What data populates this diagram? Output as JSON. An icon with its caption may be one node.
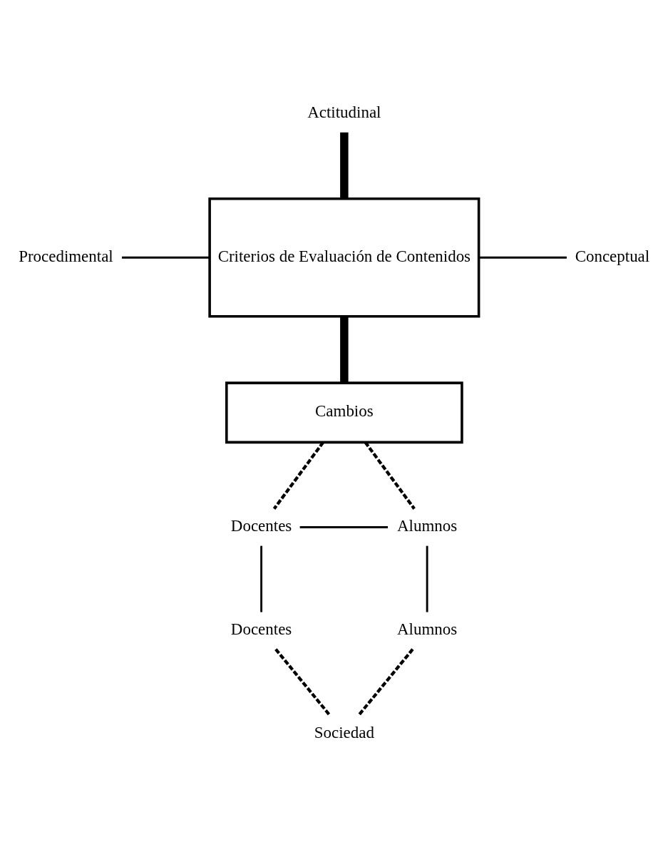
{
  "diagram": {
    "nodes": [
      {
        "text": [
          "Actitudinal"
        ]
      },
      {
        "text": [
          "Procedimental"
        ]
      },
      {
        "text": [
          "Criterios de Evaluación de Contenidos"
        ]
      },
      {
        "text": [
          "Conceptual"
        ]
      },
      {
        "text": [
          "Cambios"
        ]
      },
      {
        "text": [
          "Docentes"
        ]
      },
      {
        "text": [
          "Alumnos"
        ]
      },
      {
        "text": [
          "Docentes"
        ]
      },
      {
        "text": [
          "Alumnos"
        ]
      },
      {
        "text": [
          "Sociedad"
        ]
      }
    ],
    "edges": [
      {
        "from": 0,
        "to": 2,
        "arrow": "none",
        "style": "thick"
      },
      {
        "from": 1,
        "to": 2,
        "arrow": "none"
      },
      {
        "from": 2,
        "to": 3,
        "arrow": "none"
      },
      {
        "from": 2,
        "to": 4,
        "arrow": "none",
        "style": "thick"
      },
      {
        "from": 4,
        "to": 5,
        "arrow": "none",
        "style": "dashed"
      },
      {
        "from": 4,
        "to": 6,
        "arrow": "none",
        "style": "dashed"
      },
      {
        "from": 5,
        "to": 6,
        "arrow": "none"
      },
      {
        "from": 5,
        "to": 7,
        "arrow": "none"
      },
      {
        "from": 6,
        "to": 8,
        "arrow": "none"
      },
      {
        "from": 7,
        "to": 9,
        "arrow": "none",
        "style": "dashed"
      },
      {
        "from": 8,
        "to": 9,
        "arrow": "none",
        "style": "dashed"
      }
    ]
  }
}
